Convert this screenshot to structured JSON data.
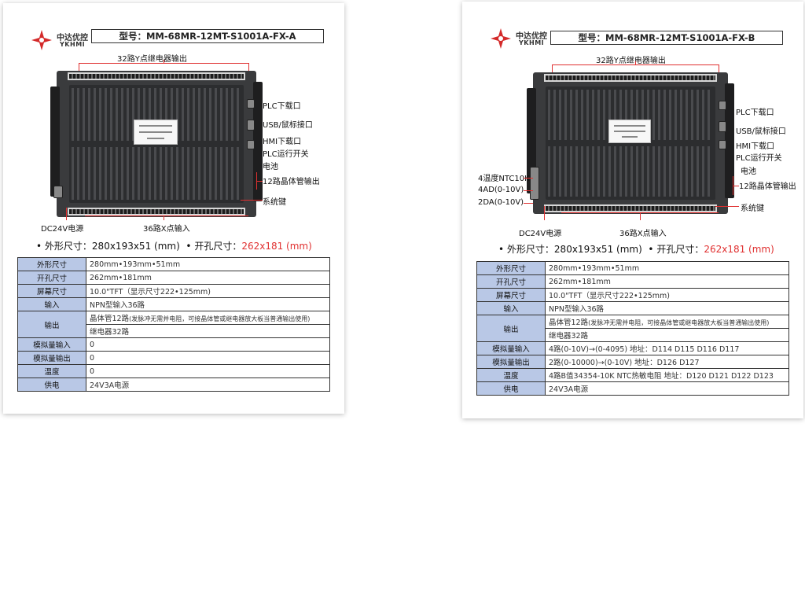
{
  "brand": {
    "name_cn": "中达优控",
    "name_en": "YKHMI"
  },
  "model_a": {
    "model": "型号：MM-68MR-12MT-S1001A-FX-A",
    "callouts": {
      "top": "32路Y点继电器输出",
      "plc_download": "PLC下载口",
      "usb": "USB/鼠标接口",
      "hmi_download": "HMI下载口",
      "plc_switch": "PLC运行开关",
      "battery": "电池",
      "transistor": "12路晶体管输出",
      "system_key": "系统键",
      "power": "DC24V电源",
      "inputs": "36路X点输入"
    },
    "dimensions": {
      "bullet": "•",
      "outer_label": "外形尺寸：",
      "outer_value": "280x193x51 (mm)",
      "cutout_label": "开孔尺寸：",
      "cutout_value": "262x181 (mm)"
    },
    "specs": [
      {
        "label": "外形尺寸",
        "value": "280mm•193mm•51mm"
      },
      {
        "label": "开孔尺寸",
        "value": "262mm•181mm"
      },
      {
        "label": "屏幕尺寸",
        "value": "10.0\"TFT（显示尺寸222•125mm)"
      },
      {
        "label": "输入",
        "value": "NPN型输入36路"
      },
      {
        "label": "输出",
        "value": "晶体管12路",
        "note": "(发脉冲无需并电阻，可接晶体管或继电器放大板当普通输出使用)",
        "value2": "继电器32路"
      },
      {
        "label": "模拟量输入",
        "value": "0"
      },
      {
        "label": "模拟量输出",
        "value": "0"
      },
      {
        "label": "温度",
        "value": "0"
      },
      {
        "label": "供电",
        "value": "24V3A电源"
      }
    ]
  },
  "model_b": {
    "model": "型号：MM-68MR-12MT-S1001A-FX-B",
    "callouts": {
      "top": "32路Y点继电器输出",
      "plc_download": "PLC下载口",
      "usb": "USB/鼠标接口",
      "hmi_download": "HMI下载口",
      "plc_switch": "PLC运行开关",
      "battery": "电池",
      "transistor": "12路晶体管输出",
      "system_key": "系统键",
      "power": "DC24V电源",
      "inputs": "36路X点输入",
      "temp": "4温度NTC10K",
      "ad": "4AD(0-10V)",
      "da": "2DA(0-10V)"
    },
    "dimensions": {
      "bullet": "•",
      "outer_label": "外形尺寸：",
      "outer_value": "280x193x51 (mm)",
      "cutout_label": "开孔尺寸：",
      "cutout_value": "262x181 (mm)"
    },
    "specs": [
      {
        "label": "外形尺寸",
        "value": "280mm•193mm•51mm"
      },
      {
        "label": "开孔尺寸",
        "value": "262mm•181mm"
      },
      {
        "label": "屏幕尺寸",
        "value": "10.0\"TFT（显示尺寸222•125mm)"
      },
      {
        "label": "输入",
        "value": "NPN型输入36路"
      },
      {
        "label": "输出",
        "value": "晶体管12路",
        "note": "(发脉冲无需并电阻，可接晶体管或继电器放大板当普通输出使用)",
        "value2": "继电器32路"
      },
      {
        "label": "模拟量输入",
        "value": "4路(0-10V)→(0-4095) 地址：D114  D115  D116  D117"
      },
      {
        "label": "模拟量输出",
        "value": "2路(0-10000)→(0-10V) 地址：D126  D127"
      },
      {
        "label": "温度",
        "value": "4路B值34354-10K NTC热敏电阻 地址：D120 D121 D122 D123"
      },
      {
        "label": "供电",
        "value": "24V3A电源"
      }
    ]
  },
  "colors": {
    "accent_red": "#e03030",
    "table_label_bg": "#b9c8e6",
    "device_body": "#3a3b3d"
  }
}
